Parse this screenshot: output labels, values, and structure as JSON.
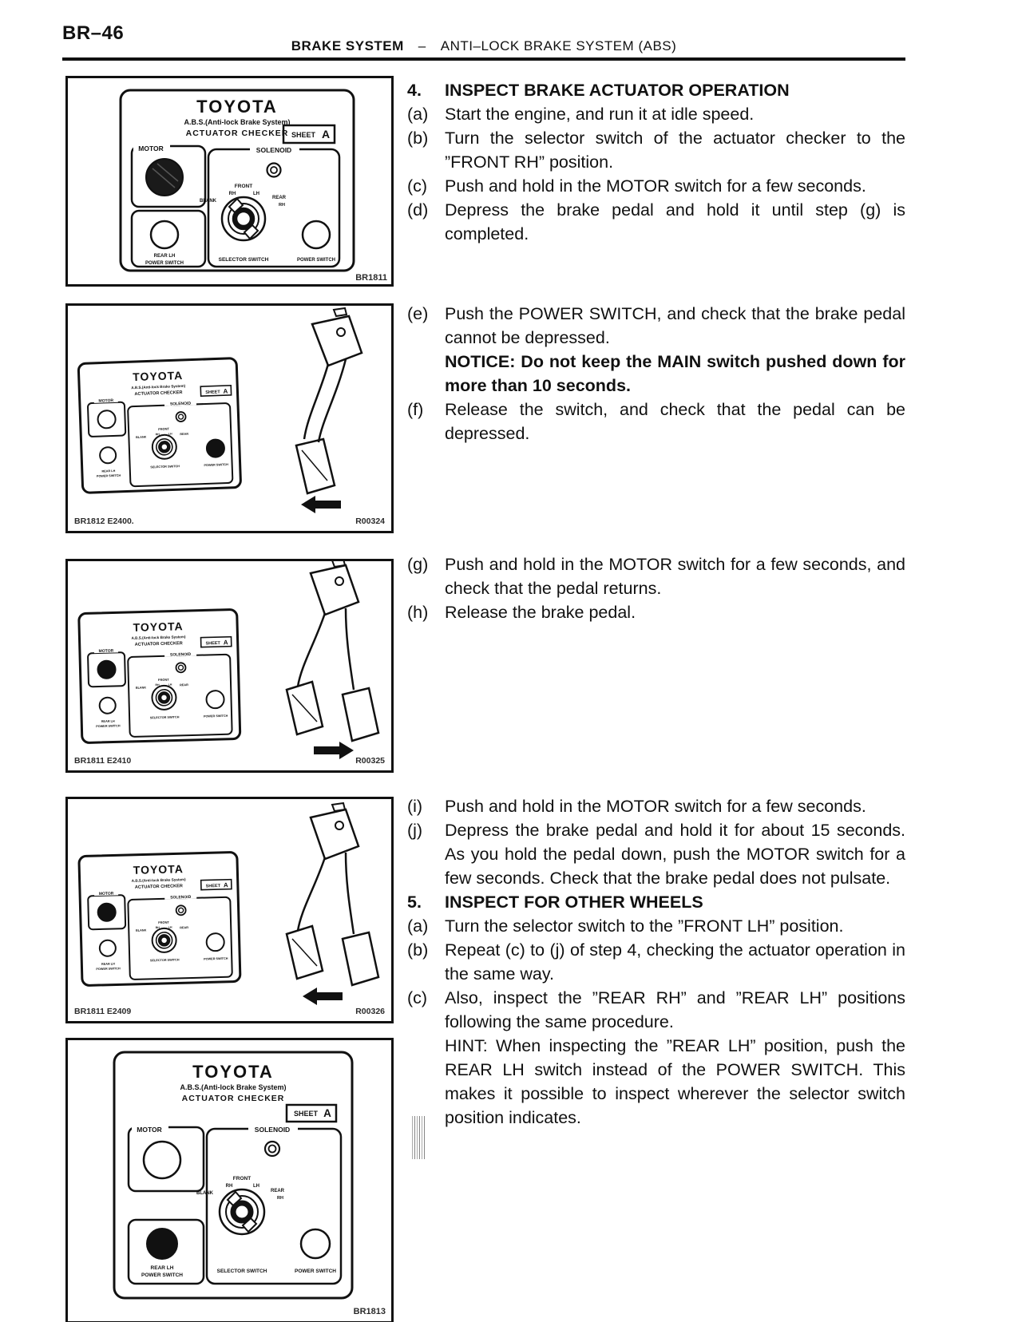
{
  "page": {
    "code": "BR–46",
    "section_left": "BRAKE SYSTEM",
    "section_sep": "–",
    "section_right": "ANTI–LOCK BRAKE SYSTEM (ABS)"
  },
  "checker": {
    "brand": "TOYOTA",
    "abs": "A.B.S.(Anti-lock Brake System)",
    "name": "ACTUATOR CHECKER",
    "sheet": "SHEET",
    "sheet_letter": "A",
    "motor": "MOTOR",
    "solenoid": "SOLENOID",
    "front": "FRONT",
    "rh": "RH",
    "lh": "LH",
    "blank": "BLANK",
    "rear": "REAR",
    "rear_lh": "REAR LH",
    "power_switch": "POWER SWITCH",
    "selector_switch": "SELECTOR SWITCH"
  },
  "figures": {
    "fig1": {
      "id": "BR1811"
    },
    "fig2": {
      "id": "BR1812 E2400.",
      "ref": "R00324"
    },
    "fig3": {
      "id": "BR1811 E2410",
      "ref": "R00325"
    },
    "fig4": {
      "id": "BR1811 E2409",
      "ref": "R00326"
    },
    "fig5": {
      "id": "BR1813"
    }
  },
  "procedure": {
    "step4": {
      "num": "4.",
      "title": "INSPECT BRAKE ACTUATOR OPERATION"
    },
    "step4_items": [
      {
        "label": "(a)",
        "text": "Start the engine, and run it at idle speed."
      },
      {
        "label": "(b)",
        "text": "Turn the selector switch of the actuator checker to the ”FRONT RH” position."
      },
      {
        "label": "(c)",
        "text": "Push and hold in the MOTOR switch for a few seconds."
      },
      {
        "label": "(d)",
        "text": "Depress the brake pedal and hold it until step (g) is completed."
      }
    ],
    "step4b_items": [
      {
        "label": "(e)",
        "text": "Push the POWER SWITCH, and check that the brake pedal cannot be depressed."
      },
      {
        "label": "(f)",
        "text": "Release the switch, and check that the pedal can be depressed."
      }
    ],
    "notice": "NOTICE: Do not keep the MAIN switch pushed down for more than 10 seconds.",
    "step4c_items": [
      {
        "label": "(g)",
        "text": "Push and hold in the MOTOR switch for a few seconds, and check that the pedal returns."
      },
      {
        "label": "(h)",
        "text": "Release the brake pedal."
      }
    ],
    "step4d_items": [
      {
        "label": "(i)",
        "text": "Push and hold in the MOTOR switch for a few seconds."
      },
      {
        "label": "(j)",
        "text": "Depress the brake pedal and hold it for about 15 seconds. As you hold the pedal down, push the MOTOR switch for a few seconds. Check that the brake pedal does not pulsate."
      }
    ],
    "step5": {
      "num": "5.",
      "title": "INSPECT FOR OTHER WHEELS"
    },
    "step5_items": [
      {
        "label": "(a)",
        "text": "Turn the selector switch to the ”FRONT LH” position."
      },
      {
        "label": "(b)",
        "text": "Repeat (c) to (j) of step 4, checking the actuator operation in the same way."
      },
      {
        "label": "(c)",
        "text": "Also, inspect the ”REAR RH” and ”REAR LH” positions following the same procedure."
      }
    ],
    "hint": "HINT: When inspecting the ”REAR LH” position, push the REAR LH switch instead of the POWER SWITCH. This makes it possible to inspect wherever the selector switch position indicates."
  }
}
